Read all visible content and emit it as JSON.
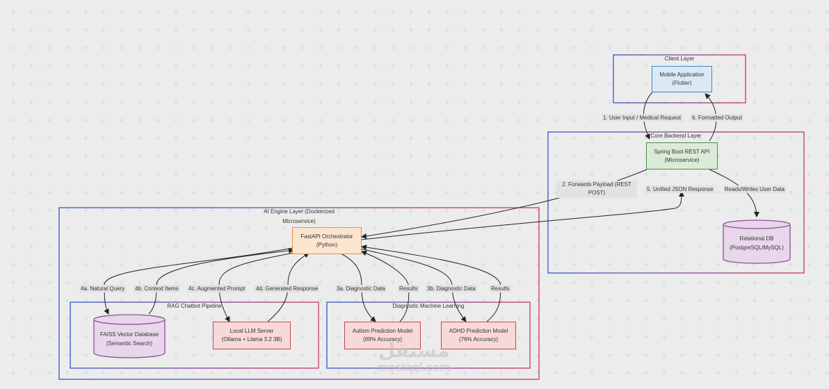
{
  "clusters": {
    "client": "Client Layer",
    "backend": "Core Backend Layer",
    "ai_line1": "AI Engine Layer (Dockerized",
    "ai_line2": "Microservice)",
    "rag": "RAG Chatbot Pipeline",
    "ml": "Diagnostic Machine Learning"
  },
  "nodes": {
    "mobile": {
      "line1": "Mobile Application",
      "line2": "(Flutter)"
    },
    "spring": {
      "line1": "Spring Boot REST API",
      "line2": "(Microservice)"
    },
    "db": {
      "line1": "Relational DB",
      "line2": "(PostgreSQL/MySQL)"
    },
    "fastapi": {
      "line1": "FastAPI Orchestrator",
      "line2": "(Python)"
    },
    "faiss": {
      "line1": "FAISS Vector Database",
      "line2": "(Semantic Search)"
    },
    "llm": {
      "line1": "Local LLM Server",
      "line2": "(Ollama + Llama 3.2 3B)"
    },
    "autism": {
      "line1": "Autism Prediction Model",
      "line2": "(99% Accuracy)"
    },
    "adhd": {
      "line1": "ADHD Prediction Model",
      "line2": "(76% Accuracy)"
    }
  },
  "edges": {
    "e1": "1. User Input / Medical Request",
    "e6": "6. Formatted Output",
    "e2_line1": "2. Forwards Payload (REST",
    "e2_line2": "POST)",
    "e5": "5. Unified JSON Response",
    "rw": "Reads/Writes User Data",
    "e4a": "4a. Natural Query",
    "e4b": "4b. Context Items",
    "e4c": "4c. Augmented Prompt",
    "e4d": "4d. Generated Response",
    "e3a": "3a. Diagnostic Data",
    "r1": "Results",
    "e3b": "3b. Diagnostic Data",
    "r2": "Results"
  },
  "watermark": {
    "arabic": "مستقل",
    "latin": "mostaql.com"
  },
  "colors": {
    "cluster_border_start": "#3355cc",
    "cluster_border_end": "#cc3366",
    "mobile_fill": "#dbe9f5",
    "mobile_border": "#3d87c6",
    "spring_fill": "#dcebd8",
    "spring_border": "#4a8a47",
    "fastapi_fill": "#fbe5cf",
    "fastapi_border": "#e1923a",
    "red_fill": "#f8d9d9",
    "red_border": "#c9454a",
    "purple_fill": "#e8d6ea",
    "purple_border": "#8e4e99"
  }
}
